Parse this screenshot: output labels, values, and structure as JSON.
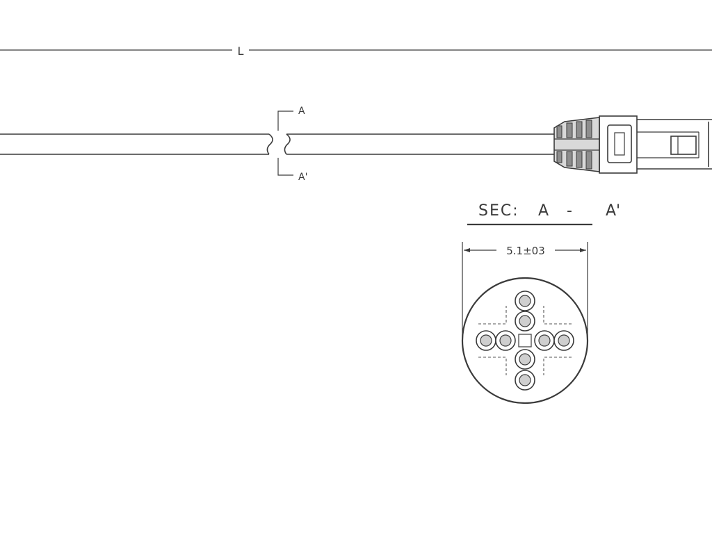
{
  "dimension_length": {
    "label": "L"
  },
  "section_markers": {
    "top": "A",
    "bottom": "A'"
  },
  "section_view": {
    "prefix": "SEC:",
    "from": "A",
    "dash": "-",
    "to": "A'",
    "diameter": "5.1±03"
  },
  "colors": {
    "line": "#3a3a3a",
    "background": "#ffffff",
    "boot_fill": "#d9d9d9",
    "rib_fill": "#8e8e8e"
  }
}
